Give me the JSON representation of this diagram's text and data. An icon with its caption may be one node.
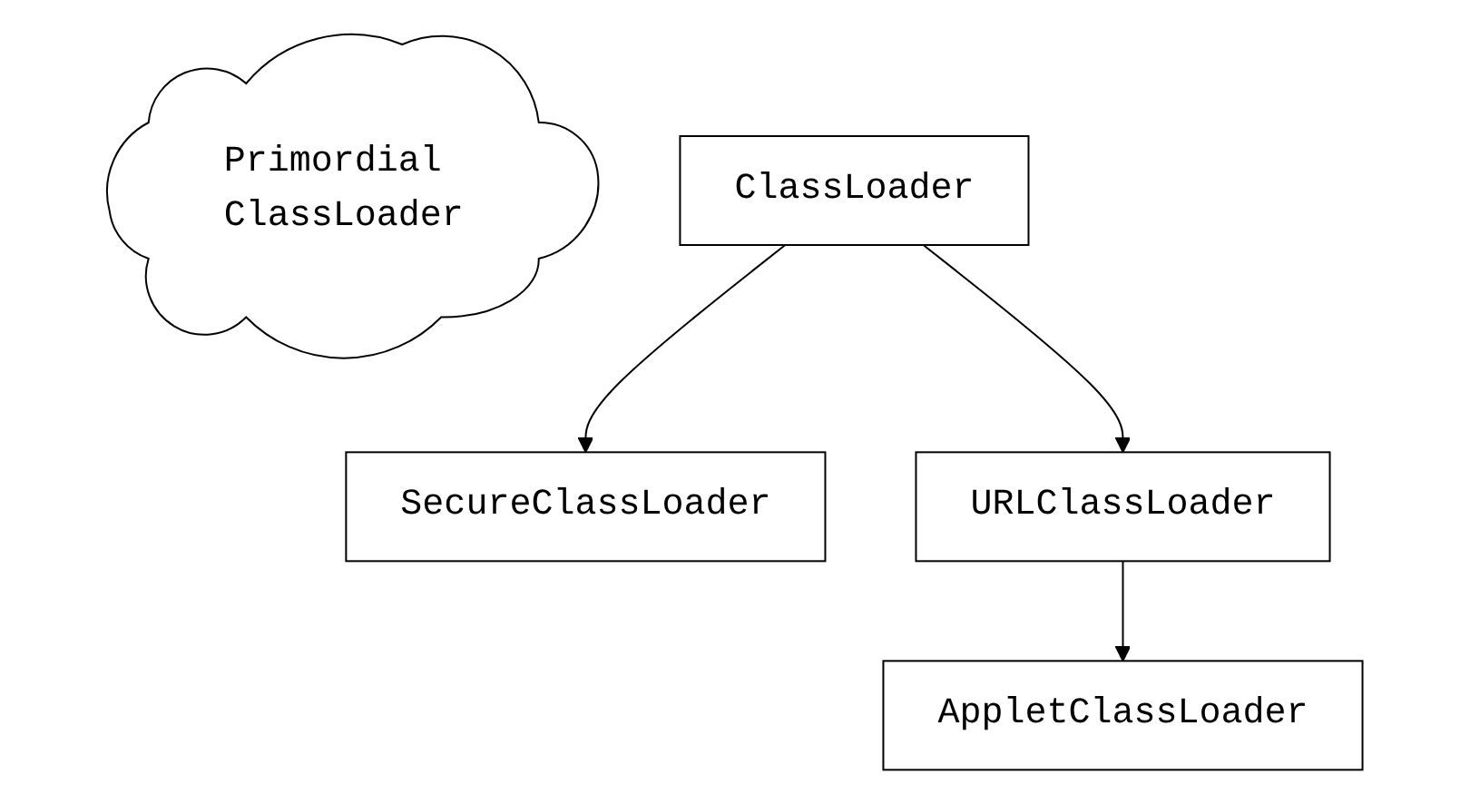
{
  "diagram": {
    "nodes": [
      {
        "text": [
          "Primordial ClassLoader"
        ]
      },
      {
        "text": [
          "ClassLoader"
        ]
      },
      {
        "text": [
          "SecureClassLoader"
        ]
      },
      {
        "text": [
          "URLClassLoader"
        ]
      },
      {
        "text": [
          "AppletClassLoader"
        ]
      }
    ],
    "edges": [
      {
        "from": 1,
        "to": 2,
        "arrow": "to"
      },
      {
        "from": 1,
        "to": 3,
        "arrow": "to"
      },
      {
        "from": 3,
        "to": 4,
        "arrow": "to"
      }
    ]
  }
}
